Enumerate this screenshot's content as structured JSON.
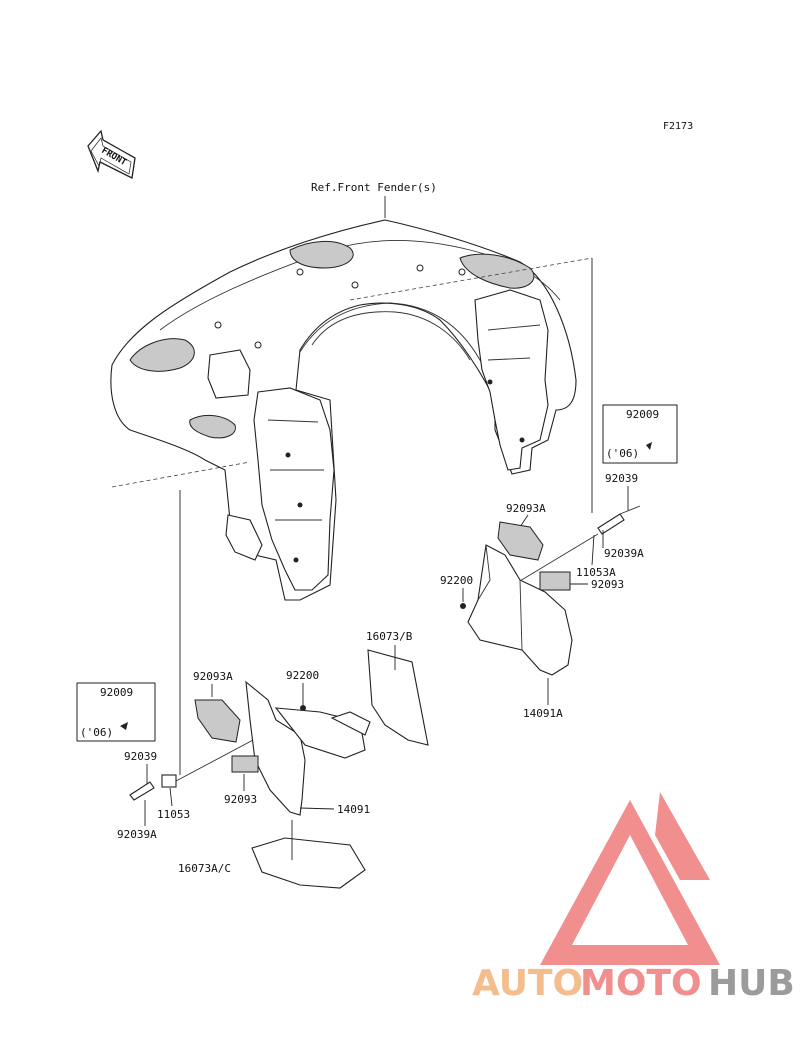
{
  "figure_code": "F2173",
  "front_arrow_text": "FRONT",
  "reference_label": "Ref.Front Fender(s)",
  "callouts": {
    "right": {
      "box_part": "92009",
      "box_year": "('06)",
      "p92039": "92039",
      "p92093A": "92093A",
      "p92039A": "92039A",
      "p92200": "92200",
      "p11053A": "11053A",
      "p92093": "92093",
      "p14091A": "14091A"
    },
    "left": {
      "box_part": "92009",
      "box_year": "('06)",
      "p92039": "92039",
      "p92039A": "92039A",
      "p11053": "11053",
      "p92093A": "92093A",
      "p92200": "92200",
      "p92093": "92093",
      "p14091": "14091",
      "p16073B": "16073/B",
      "p16073AC": "16073A/C"
    }
  },
  "watermark": {
    "part1": "AUTO",
    "part2": "MOTO",
    "part3": "HUB",
    "color_orange": "#f3b27a",
    "color_red": "#ef7b7b",
    "color_grey": "#8a8a8a"
  }
}
